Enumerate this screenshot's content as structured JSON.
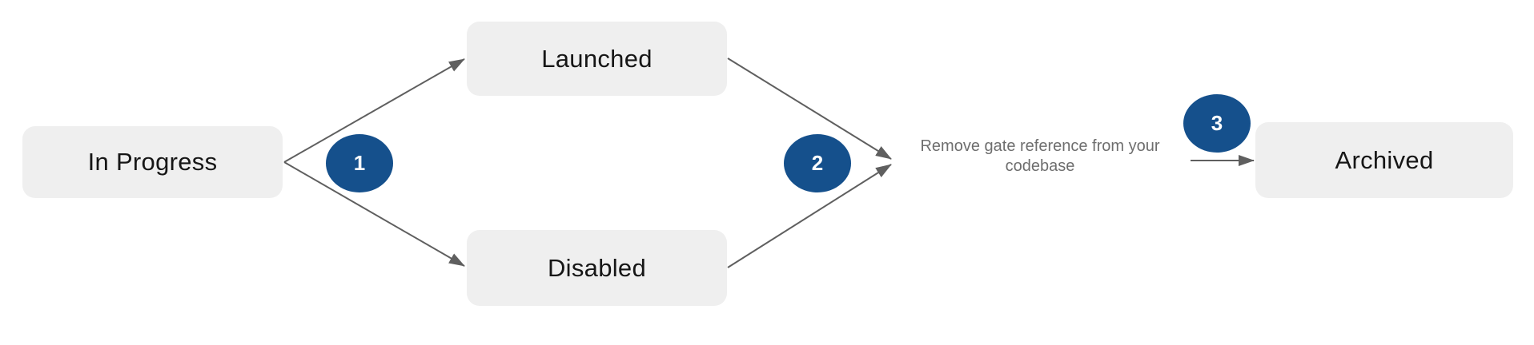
{
  "diagram": {
    "title": "feature-gate-lifecycle-flow",
    "nodes": [
      {
        "id": "in-progress",
        "label": "In Progress"
      },
      {
        "id": "launched",
        "label": "Launched"
      },
      {
        "id": "disabled",
        "label": "Disabled"
      },
      {
        "id": "archived",
        "label": "Archived"
      }
    ],
    "steps": [
      {
        "number": "1"
      },
      {
        "number": "2"
      },
      {
        "number": "3"
      }
    ],
    "annotation": "Remove gate reference from your codebase",
    "edges": [
      {
        "from": "in-progress",
        "to": "launched"
      },
      {
        "from": "in-progress",
        "to": "disabled"
      },
      {
        "from": "launched",
        "to": "remove-gate-reference"
      },
      {
        "from": "disabled",
        "to": "remove-gate-reference"
      },
      {
        "from": "remove-gate-reference",
        "to": "archived"
      }
    ],
    "colors": {
      "canvas_bg": "#ffffff",
      "node_bg": "#efefef",
      "node_text": "#161616",
      "arrow": "#5f5f5f",
      "step_bg": "#15508c",
      "step_text": "#ffffff",
      "annotation_text": "#6e6e6e"
    }
  }
}
